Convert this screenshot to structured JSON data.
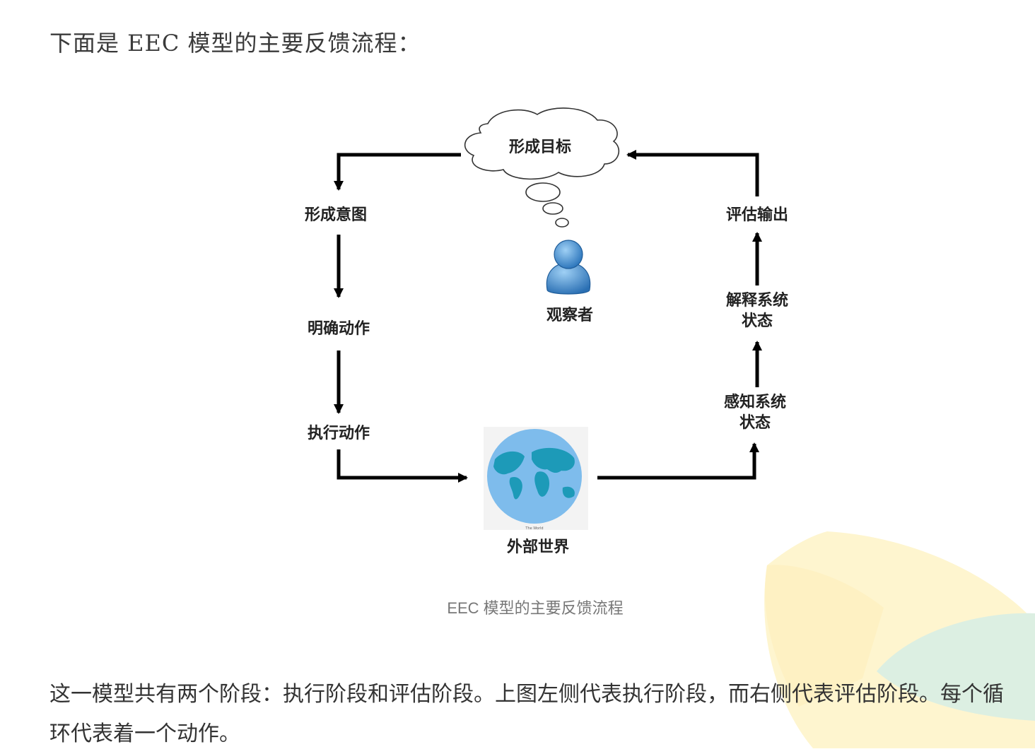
{
  "intro": "下面是 EEC 模型的主要反馈流程：",
  "diagram": {
    "goal": "形成目标",
    "observer": "观察者",
    "world": "外部世界",
    "world_image_label": "The World",
    "left_steps": [
      "形成意图",
      "明确动作",
      "执行动作"
    ],
    "right_steps": [
      "评估输出",
      "解释系统\n状态",
      "感知系统\n状态"
    ]
  },
  "caption": "EEC 模型的主要反馈流程",
  "paragraph": "这一模型共有两个阶段：执行阶段和评估阶段。上图左侧代表执行阶段，而右侧代表评估阶段。每个循环代表着一个动作。",
  "colors": {
    "arrow": "#000000",
    "globe_ocean": "#7ebcec",
    "globe_land": "#1d9ab8",
    "observer": "#3d86c8",
    "deco_yellow": "#fdf3c6",
    "deco_green": "#dbeee0"
  }
}
